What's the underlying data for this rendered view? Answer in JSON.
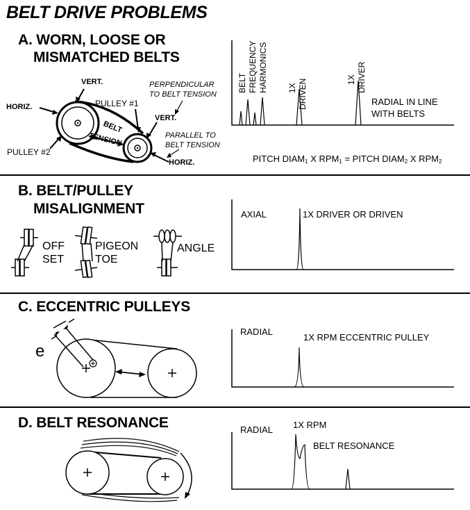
{
  "title": "BELT DRIVE PROBLEMS",
  "sections": {
    "a": {
      "heading_line1": "A. WORN, LOOSE OR",
      "heading_line2": "MISMATCHED BELTS",
      "labels": {
        "vert_top": "VERT.",
        "horiz_left": "HORIZ.",
        "pulley1": "PULLEY #1",
        "pulley2": "PULLEY #2",
        "belt": "BELT",
        "tension": "TENSION",
        "vert_right": "VERT.",
        "horiz_right": "HORIZ.",
        "perp_line1": "PERPENDICULAR",
        "perp_line2": "TO BELT TENSION",
        "para_line1": "PARALLEL TO",
        "para_line2": "BELT TENSION"
      },
      "spectrum": {
        "belt_freq_labels": [
          "BELT",
          "FREQUENCY",
          "HARMONICS"
        ],
        "driven_labels": [
          "1X",
          "DRIVEN"
        ],
        "driver_labels": [
          "1X",
          "DRIVER"
        ],
        "radial_line1": "RADIAL IN LINE",
        "radial_line2": "WITH BELTS"
      },
      "formula": {
        "left_a": "PITCH DIAM",
        "sub1": "1",
        "mid_a": " X RPM",
        "sub2": "1",
        "eq": " = PITCH DIAM",
        "sub3": "2",
        "mid_b": " X RPM",
        "sub4": "2"
      }
    },
    "b": {
      "heading_line1": "B. BELT/PULLEY",
      "heading_line2": "MISALIGNMENT",
      "offset_line1": "OFF",
      "offset_line2": "SET",
      "pigeon_line1": "PIGEON",
      "pigeon_line2": "TOE",
      "angle": "ANGLE",
      "axis_label": "AXIAL",
      "peak_label": "1X DRIVER OR DRIVEN"
    },
    "c": {
      "heading": "C. ECCENTRIC PULLEYS",
      "e_label": "e",
      "axis_label": "RADIAL",
      "peak_label": "1X RPM ECCENTRIC PULLEY"
    },
    "d": {
      "heading": "D. BELT RESONANCE",
      "axis_label": "RADIAL",
      "peak_label": "1X RPM",
      "resonance_label": "BELT RESONANCE"
    }
  }
}
